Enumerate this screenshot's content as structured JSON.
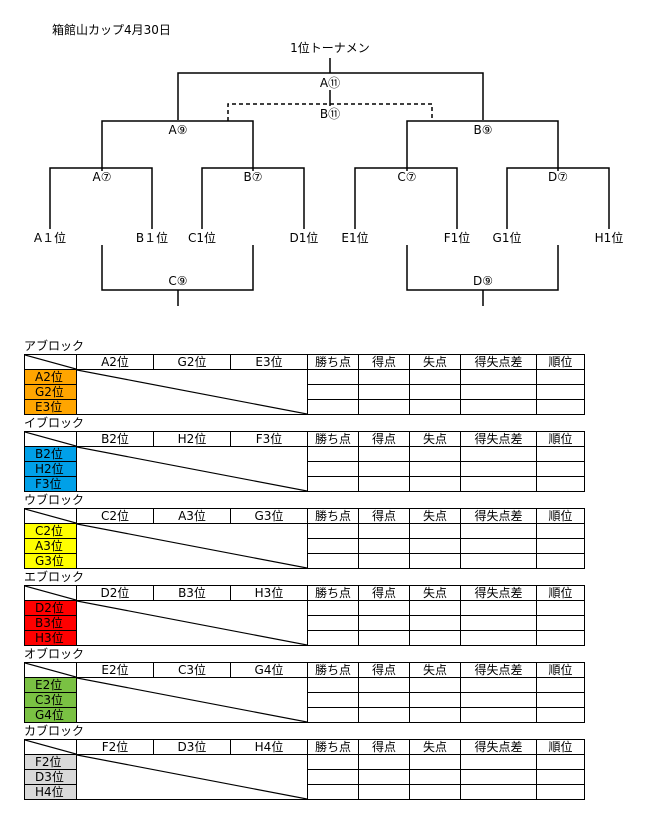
{
  "document": {
    "title": "箱館山カップ4月30日"
  },
  "bracket": {
    "title": "1位トーナメン",
    "final": {
      "upper": "A⑪",
      "lower": "B⑪"
    },
    "semis": [
      "A⑨",
      "B⑨"
    ],
    "quarters": [
      "A⑦",
      "B⑦",
      "C⑦",
      "D⑦"
    ],
    "seeds": [
      "A１位",
      "B１位",
      "C1位",
      "D1位",
      "E1位",
      "F1位",
      "G1位",
      "H1位"
    ],
    "consolation": [
      "C⑨",
      "D⑨"
    ]
  },
  "stat_headers": [
    "勝ち点",
    "得点",
    "失点",
    "得失点差",
    "順位"
  ],
  "blocks": [
    {
      "title": "アブロック",
      "color": "#FFA500",
      "teams": [
        "A2位",
        "G2位",
        "E3位"
      ]
    },
    {
      "title": "イブロック",
      "color": "#00A0E8",
      "teams": [
        "B2位",
        "H2位",
        "F3位"
      ]
    },
    {
      "title": "ウブロック",
      "color": "#FFFF00",
      "teams": [
        "C2位",
        "A3位",
        "G3位"
      ]
    },
    {
      "title": "エブロック",
      "color": "#FF0000",
      "teams": [
        "D2位",
        "B3位",
        "H3位"
      ]
    },
    {
      "title": "オブロック",
      "color": "#7AC143",
      "teams": [
        "E2位",
        "C3位",
        "G4位"
      ]
    },
    {
      "title": "カブロック",
      "color": "#D9D9D9",
      "teams": [
        "F2位",
        "D3位",
        "H4位"
      ]
    }
  ]
}
